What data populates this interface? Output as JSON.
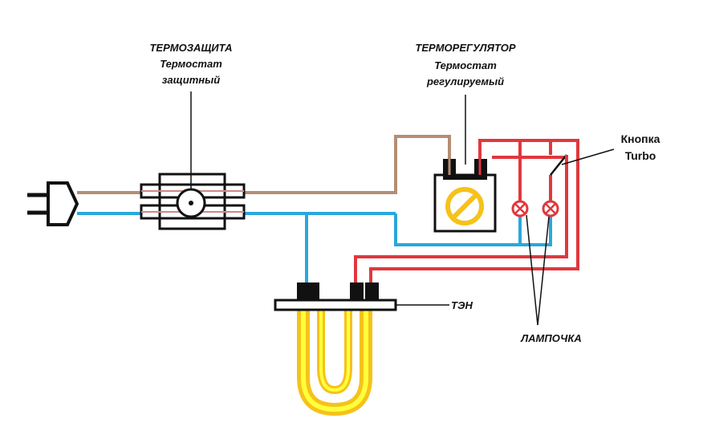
{
  "labels": {
    "protection_title": "ТЕРМОЗАЩИТА",
    "protection_line1": "Термостат",
    "protection_line2": "защитный",
    "regulator_title": "ТЕРМОРЕГУЛЯТОР",
    "regulator_line1": "Термостат",
    "regulator_line2": "регулируемый",
    "turbo_line1": "Кнопка",
    "turbo_line2": "Turbo",
    "heater": "ТЭН",
    "lamp": "ЛАМПОЧКА"
  },
  "colors": {
    "brown_wire": "#b38e74",
    "blue_wire": "#2aa7dc",
    "red_wire": "#e0383e",
    "heater_glow": "#f6c21a",
    "heater_core": "#ffff3c",
    "outline": "#111111"
  }
}
